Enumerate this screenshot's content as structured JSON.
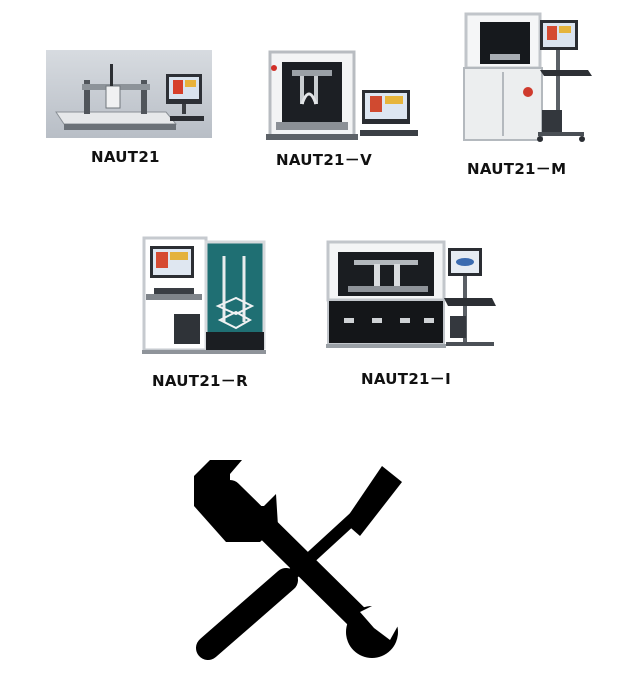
{
  "products": [
    {
      "name": "NAUT21",
      "image": "desktop-automated-test-station-photo"
    },
    {
      "name": "NAUT21－V",
      "image": "enclosed-vision-test-station-photo"
    },
    {
      "name": "NAUT21－M",
      "image": "cabinet-test-station-with-monitor-arm-photo"
    },
    {
      "name": "NAUT21－R",
      "image": "rack-test-station-with-enclosure-photo"
    },
    {
      "name": "NAUT21－I",
      "image": "industrial-inline-test-station-photo"
    }
  ],
  "icon": "wrench-screwdriver-icon",
  "colors": {
    "label": "#111111",
    "icon": "#000000",
    "frame": "#c8ccd0",
    "enclosure": "#1f6f73"
  }
}
